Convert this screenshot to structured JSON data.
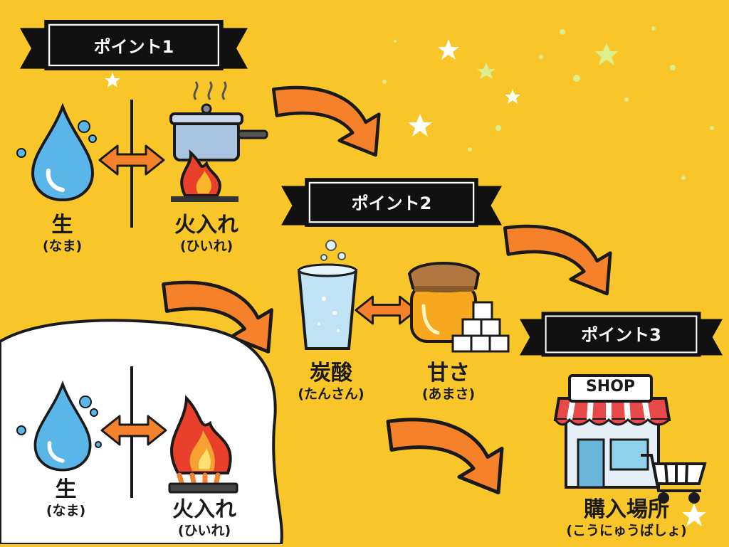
{
  "points": {
    "p1": "ポイント1",
    "p2": "ポイント2",
    "p3": "ポイント3"
  },
  "labels": {
    "nama_top": "生",
    "nama_top_reading": "(なま)",
    "hiire_top": "火入れ",
    "hiire_top_reading": "(ひいれ)",
    "tansan": "炭酸",
    "tansan_reading": "(たんさん)",
    "amasa": "甘さ",
    "amasa_reading": "(あまさ)",
    "kounyu": "購入場所",
    "kounyu_reading": "(こうにゅうばしょ)",
    "nama_bottom": "生",
    "nama_bottom_reading": "(なま)",
    "hiire_bottom": "火入れ",
    "hiire_bottom_reading": "(ひいれ)"
  },
  "shop_sign": "SHOP",
  "colors": {
    "background": "#f9c62a",
    "banner": "#111111",
    "arrow": "#f5812a",
    "water": "#5ab6e8",
    "flame": "#e8402a"
  },
  "icons": [
    "water-drop-icon",
    "pot-on-fire-icon",
    "soda-glass-icon",
    "honey-jar-icon",
    "sugar-cubes-icon",
    "shop-icon",
    "shopping-cart-icon",
    "gas-flame-icon",
    "sparkle-icon"
  ]
}
